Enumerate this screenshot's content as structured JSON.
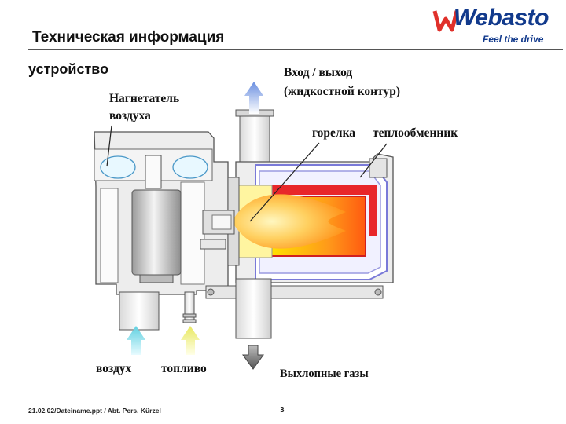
{
  "header": {
    "title": "Техническая информация",
    "logo_text": "Webasto",
    "tagline": "Feel the drive",
    "brand_color": "#123a8c"
  },
  "section_title": "устройство",
  "labels": {
    "blower": [
      "Нагнетатель",
      "воздуха"
    ],
    "coolant": [
      "Вход / выход",
      "(жидкостной контур)"
    ],
    "burner": "горелка",
    "heat_exchanger": "теплообменник",
    "air": "воздух",
    "fuel": "топливо",
    "exhaust": "Выхлопные газы"
  },
  "footer": {
    "file_info": "21.02.02/Dateiname.ppt / Abt. Pers. Kürzel",
    "page_number": "3"
  },
  "colors": {
    "flame_inner": "#ffe680",
    "flame_outer": "#ff9a1a",
    "heat_red": "#e8262a",
    "air_arrow": "#5fd0e0",
    "fuel_arrow": "#f0f070",
    "coolant_arrow": "#6a8fe0",
    "exhaust_arrow": "#666666"
  },
  "icons": {
    "air_inlet": "arrow-up-icon",
    "fuel_inlet": "arrow-up-icon",
    "coolant_port": "arrow-up-icon",
    "exhaust_outlet": "arrow-down-icon"
  }
}
